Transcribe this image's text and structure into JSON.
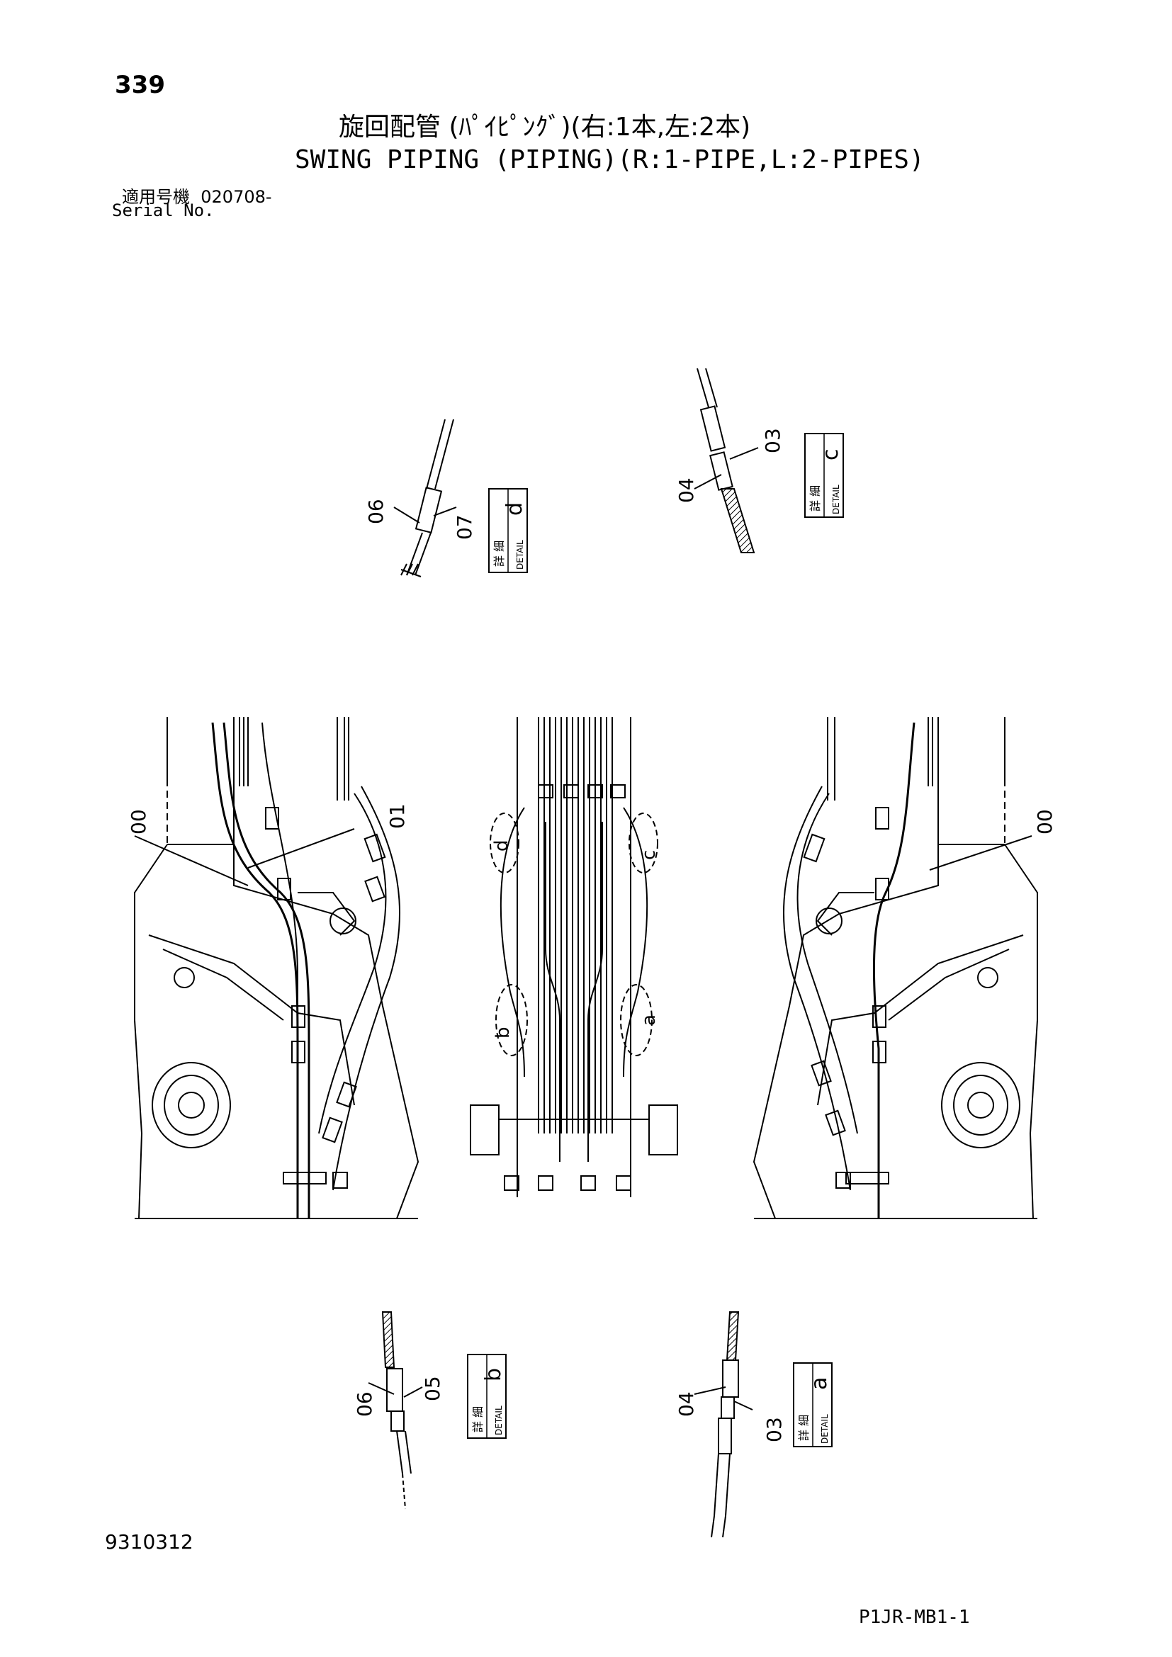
{
  "header": {
    "page_number": "339",
    "title_jp": "旋回配管 (ﾊﾟｲﾋﾟﾝｸﾞ)(右:1本,左:2本)",
    "title_en": "SWING PIPING (PIPING)(R:1-PIPE,L:2-PIPES)",
    "serial_label_jp": "適用号機",
    "serial_value": "020708-",
    "serial_label_en": "Serial No."
  },
  "detail_boxes": [
    {
      "id": "d",
      "kanji": "詳 細",
      "label": "DETAIL",
      "letter": "d"
    },
    {
      "id": "c",
      "kanji": "詳 細",
      "label": "DETAIL",
      "letter": "c"
    },
    {
      "id": "b",
      "kanji": "詳 細",
      "label": "DETAIL",
      "letter": "b"
    },
    {
      "id": "a",
      "kanji": "詳 細",
      "label": "DETAIL",
      "letter": "a"
    }
  ],
  "callouts": {
    "detail_d": [
      "06",
      "07"
    ],
    "detail_c": [
      "04",
      "03"
    ],
    "detail_b": [
      "06",
      "05"
    ],
    "detail_a": [
      "04",
      "03"
    ],
    "main_left": [
      "00",
      "01"
    ],
    "main_right": [
      "00"
    ],
    "main_center_letters": [
      "d",
      "c",
      "b",
      "a"
    ]
  },
  "footer": {
    "doc_code": "9310312",
    "page_code": "P1JR-MB1-1"
  }
}
